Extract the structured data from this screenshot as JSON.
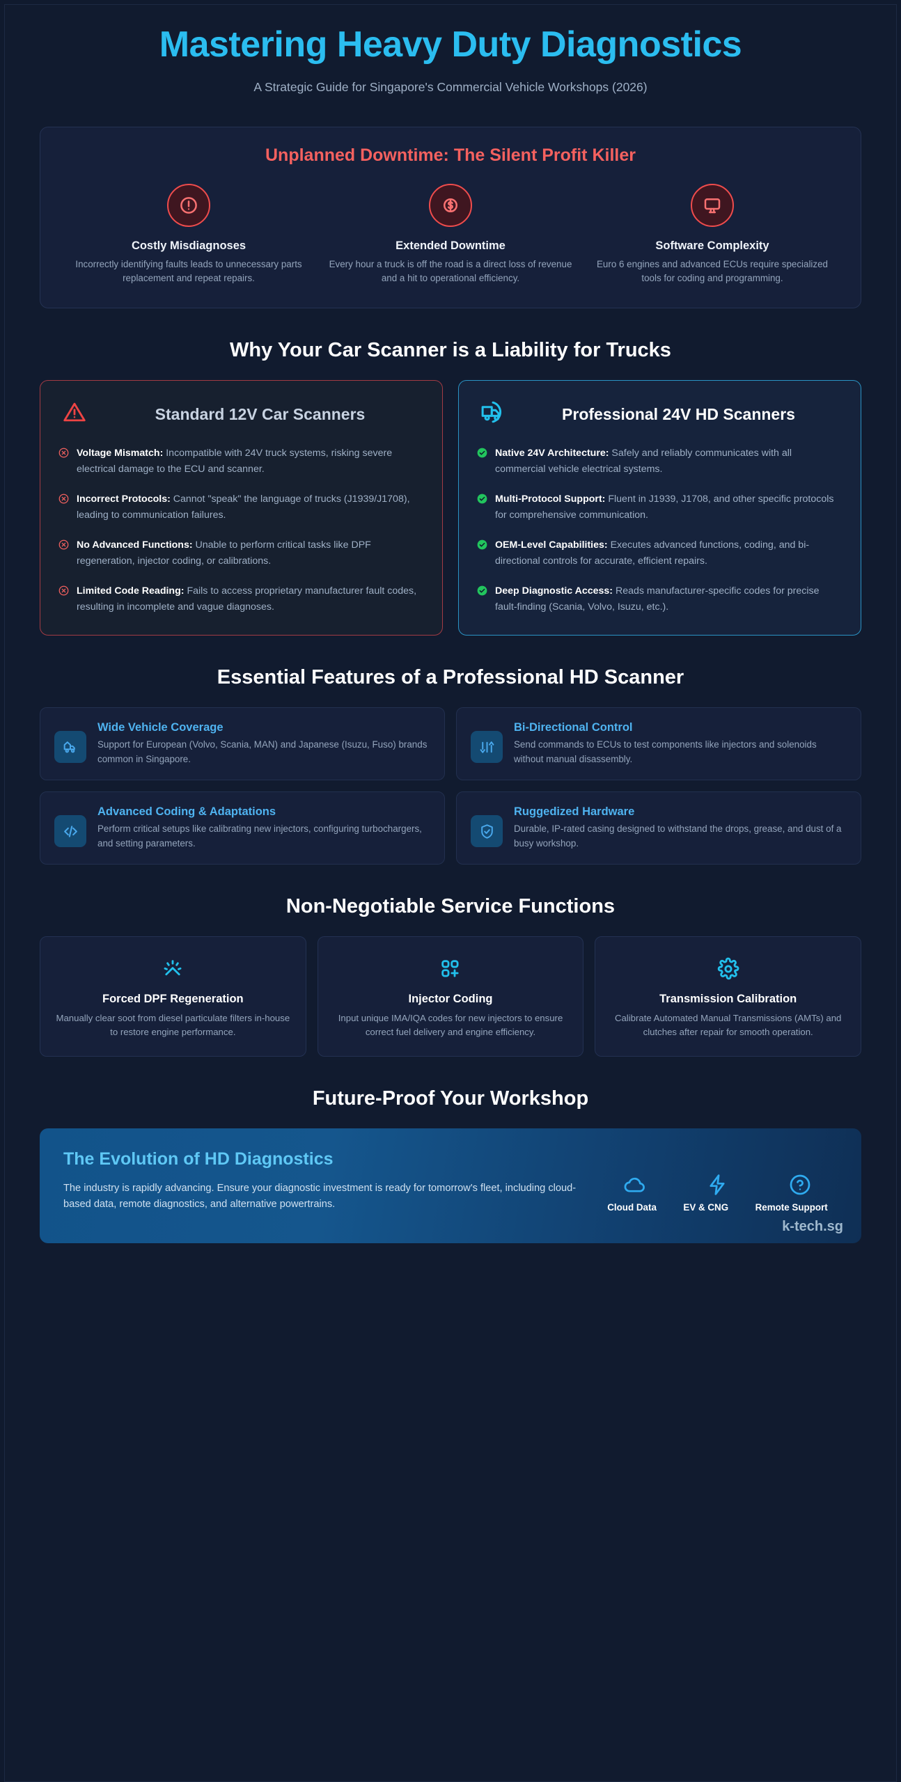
{
  "hero": {
    "title": "Mastering Heavy Duty Diagnostics",
    "subtitle": "A Strategic Guide for Singapore's Commercial Vehicle Workshops (2026)"
  },
  "downtime": {
    "heading": "Unplanned Downtime: The Silent Profit Killer",
    "items": [
      {
        "icon": "alert-circle-icon",
        "title": "Costly Misdiagnoses",
        "text": "Incorrectly identifying faults leads to unnecessary parts replacement and repeat repairs."
      },
      {
        "icon": "dollar-circle-icon",
        "title": "Extended Downtime",
        "text": "Every hour a truck is off the road is a direct loss of revenue and a hit to operational efficiency."
      },
      {
        "icon": "monitor-icon",
        "title": "Software Complexity",
        "text": "Euro 6 engines and advanced ECUs require specialized tools for coding and programming."
      }
    ]
  },
  "comparison": {
    "heading": "Why Your Car Scanner is a Liability for Trucks",
    "bad": {
      "icon": "warning-triangle-icon",
      "title": "Standard 12V Car Scanners",
      "bullets": [
        {
          "label": "Voltage Mismatch:",
          "text": " Incompatible with 24V truck systems, risking severe electrical damage to the ECU and scanner."
        },
        {
          "label": "Incorrect Protocols:",
          "text": " Cannot \"speak\" the language of trucks (J1939/J1708), leading to communication failures."
        },
        {
          "label": "No Advanced Functions:",
          "text": " Unable to perform critical tasks like DPF regeneration, injector coding, or calibrations."
        },
        {
          "label": "Limited Code Reading:",
          "text": " Fails to access proprietary manufacturer fault codes, resulting in incomplete and vague diagnoses."
        }
      ]
    },
    "good": {
      "icon": "truck-icon",
      "title": "Professional 24V HD Scanners",
      "bullets": [
        {
          "label": "Native 24V Architecture:",
          "text": " Safely and reliably communicates with all commercial vehicle electrical systems."
        },
        {
          "label": "Multi-Protocol Support:",
          "text": " Fluent in J1939, J1708, and other specific protocols for comprehensive communication."
        },
        {
          "label": "OEM-Level Capabilities:",
          "text": " Executes advanced functions, coding, and bi-directional controls for accurate, efficient repairs."
        },
        {
          "label": "Deep Diagnostic Access:",
          "text": " Reads manufacturer-specific codes for precise fault-finding (Scania, Volvo, Isuzu, etc.)."
        }
      ]
    }
  },
  "features": {
    "heading": "Essential Features of a Professional HD Scanner",
    "items": [
      {
        "icon": "truck-coverage-icon",
        "title": "Wide Vehicle Coverage",
        "text": "Support for European (Volvo, Scania, MAN) and Japanese (Isuzu, Fuso) brands common in Singapore."
      },
      {
        "icon": "bidirectional-arrows-icon",
        "title": "Bi-Directional Control",
        "text": "Send commands to ECUs to test components like injectors and solenoids without manual disassembly."
      },
      {
        "icon": "code-brackets-icon",
        "title": "Advanced Coding & Adaptations",
        "text": "Perform critical setups like calibrating new injectors, configuring turbochargers, and setting parameters."
      },
      {
        "icon": "shield-check-icon",
        "title": "Ruggedized Hardware",
        "text": "Durable, IP-rated casing designed to withstand the drops, grease, and dust of a busy workshop."
      }
    ]
  },
  "services": {
    "heading": "Non-Negotiable Service Functions",
    "items": [
      {
        "icon": "sparkle-burst-icon",
        "title": "Forced DPF Regeneration",
        "text": "Manually clear soot from diesel particulate filters in-house to restore engine performance."
      },
      {
        "icon": "grid-plus-icon",
        "title": "Injector Coding",
        "text": "Input unique IMA/IQA codes for new injectors to ensure correct fuel delivery and engine efficiency."
      },
      {
        "icon": "gear-icon",
        "title": "Transmission Calibration",
        "text": "Calibrate Automated Manual Transmissions (AMTs) and clutches after repair for smooth operation."
      }
    ]
  },
  "future": {
    "heading": "Future-Proof Your Workshop",
    "banner": {
      "title": "The Evolution of HD Diagnostics",
      "text": "The industry is rapidly advancing. Ensure your diagnostic investment is ready for tomorrow's fleet, including cloud-based data, remote diagnostics, and alternative powertrains.",
      "badges": [
        {
          "icon": "cloud-icon",
          "label": "Cloud Data"
        },
        {
          "icon": "lightning-bolt-icon",
          "label": "EV & CNG"
        },
        {
          "icon": "question-circle-icon",
          "label": "Remote Support"
        }
      ]
    },
    "brand": "k-tech.sg"
  },
  "colors": {
    "accent_cyan": "#2bbdf0",
    "danger_red": "#f4615f",
    "success_green": "#22c55e",
    "feature_blue": "#4fb3f0",
    "background": "#111b2f"
  }
}
